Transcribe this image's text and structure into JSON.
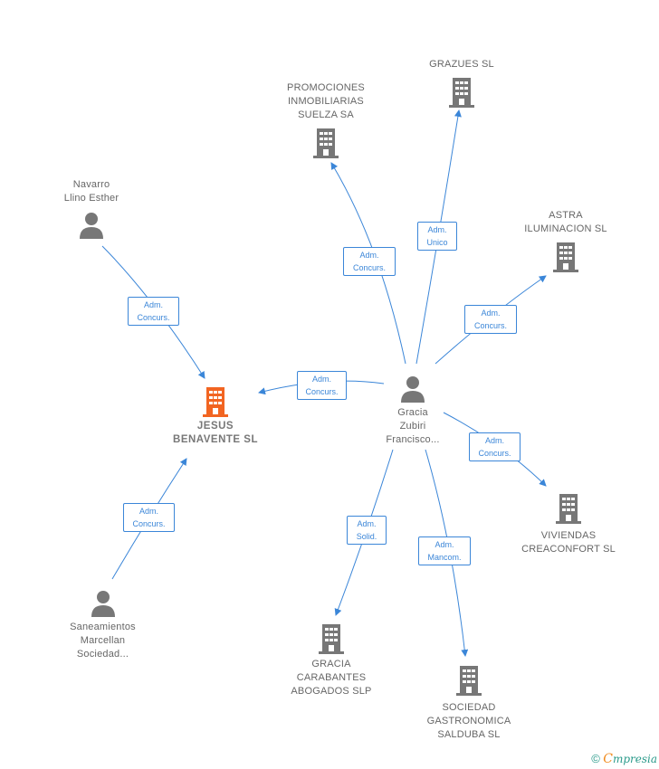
{
  "colors": {
    "edge": "#3b86d8",
    "company": "#777777",
    "focus_company": "#f26522",
    "person": "#777777"
  },
  "nodes": {
    "promociones": {
      "label": "PROMOCIONES\nINMOBILIARIAS\nSUELZA SA",
      "icon": "building-icon"
    },
    "grazues": {
      "label": "GRAZUES SL",
      "icon": "building-icon"
    },
    "navarro": {
      "label": "Navarro\nLlino Esther",
      "icon": "person-icon"
    },
    "astra": {
      "label": "ASTRA\nILUMINACION SL",
      "icon": "building-icon"
    },
    "jesus": {
      "label": "JESUS\nBENAVENTE SL",
      "icon": "building-icon"
    },
    "gracia": {
      "label": "Gracia\nZubiri\nFrancisco...",
      "icon": "person-icon"
    },
    "viviendas": {
      "label": "VIVIENDAS\nCREACONFORT SL",
      "icon": "building-icon"
    },
    "saneamientos": {
      "label": "Saneamientos\nMarcellan\nSociedad...",
      "icon": "person-icon"
    },
    "carabantes": {
      "label": "GRACIA\nCARABANTES\nABOGADOS SLP",
      "icon": "building-icon"
    },
    "salduba": {
      "label": "SOCIEDAD\nGASTRONOMICA\nSALDUBA SL",
      "icon": "building-icon"
    }
  },
  "edges": {
    "gracia_promociones": "Adm.\nConcurs.",
    "gracia_grazues": "Adm.\nUnico",
    "gracia_astra": "Adm.\nConcurs.",
    "gracia_jesus": "Adm.\nConcurs.",
    "gracia_viviendas": "Adm.\nConcurs.",
    "gracia_carabantes": "Adm.\nSolid.",
    "gracia_salduba": "Adm.\nMancom.",
    "navarro_jesus": "Adm.\nConcurs.",
    "saneamientos_jesus": "Adm.\nConcurs."
  },
  "brand": {
    "copyright": "©",
    "first_letter": "C",
    "rest": "mpresia"
  }
}
